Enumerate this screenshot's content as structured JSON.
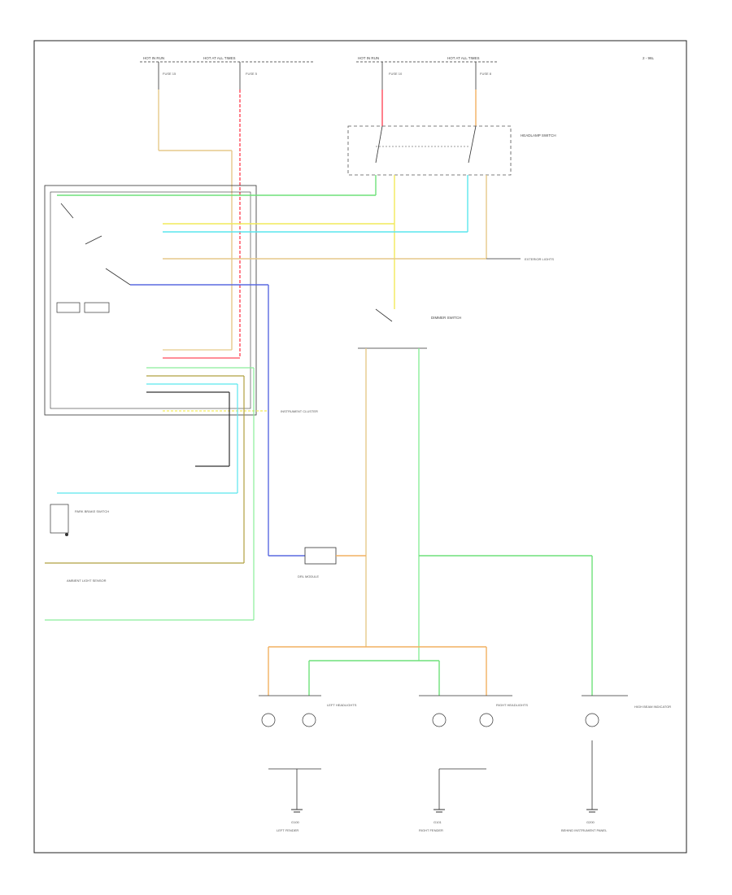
{
  "colors": {
    "tan": "#e6c98a",
    "red": "#ff4a5a",
    "pink": "#ff9aaa",
    "green": "#6ee07a",
    "ltgreen": "#8aee9a",
    "yellow": "#f2ea5a",
    "cyan": "#5ae6ee",
    "blue": "#5a6ae0",
    "orange": "#f2b060",
    "olive": "#b0a040",
    "black": "#333333",
    "gray": "#888888"
  },
  "texts": {
    "header_left": "HOT IN RUN",
    "header_mid": "HOT AT ALL TIMES",
    "header_top2": "HOT AT ALL TIMES",
    "header_top3": "HOT IN RUN",
    "fuse_a": "FUSE 15",
    "fuse_b": "FUSE 5",
    "fuse_c": "FUSE 10",
    "fuse_d": "FUSE 8",
    "page_code": "2 - 96L",
    "headlight_switch": "HEADLAMP SWITCH",
    "dimmer_switch": "DIMMER SWITCH",
    "drl_module": "DRL MODULE",
    "left_headlight": "LEFT HEADLIGHTS",
    "right_headlight": "RIGHT HEADLIGHTS",
    "highbeam_ind": "HIGH BEAM INDICATOR",
    "ground_left": "G100",
    "ground_mid": "G101",
    "ground_right": "G200",
    "footer": "LEFT FENDER",
    "footer_mid": "RIGHT FENDER",
    "footer_right": "BEHIND INSTRUMENT PANEL",
    "park_brake": "PARK BRAKE SWITCH",
    "ambient_sensor": "AMBIENT LIGHT SENSOR",
    "exterior_lights": "EXTERIOR LIGHTS",
    "instr_cluster": "INSTRUMENT CLUSTER"
  }
}
